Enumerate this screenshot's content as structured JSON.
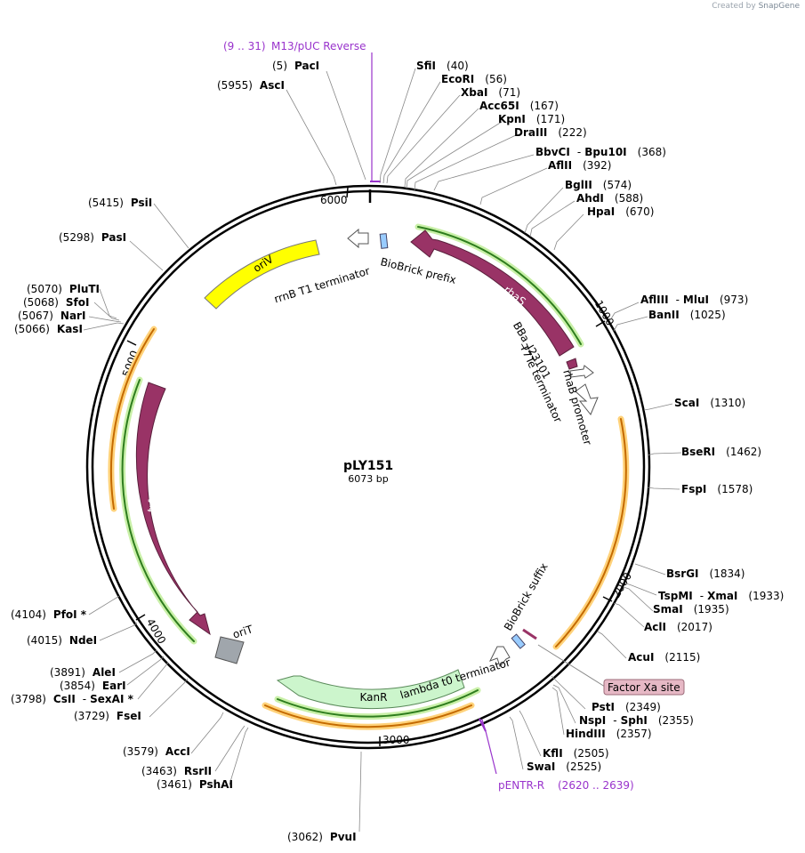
{
  "credit": {
    "prefix": "Created by",
    "brand": "SnapGene"
  },
  "plasmid": {
    "name": "pLY151",
    "length_label": "6073 bp"
  },
  "ticks": [
    "1000",
    "2000",
    "3000",
    "4000",
    "5000",
    "6000"
  ],
  "primers": [
    {
      "name": "M13/pUC Reverse",
      "range": "(9 .. 31)"
    },
    {
      "name": "pENTR-R",
      "range": "(2620 .. 2639)"
    }
  ],
  "enzymes": [
    {
      "name": "PacI",
      "pos": "(5)"
    },
    {
      "name": "AscI",
      "pos": "(5955)"
    },
    {
      "name": "SfiI",
      "pos": "(40)"
    },
    {
      "name": "EcoRI",
      "pos": "(56)"
    },
    {
      "name": "XbaI",
      "pos": "(71)"
    },
    {
      "name": "Acc65I",
      "pos": "(167)"
    },
    {
      "name": "KpnI",
      "pos": "(171)"
    },
    {
      "name": "DraIII",
      "pos": "(222)"
    },
    {
      "name": "BbvCI",
      "pos": ""
    },
    {
      "name": "Bpu10I",
      "pos": "(368)"
    },
    {
      "name": "AflII",
      "pos": "(392)"
    },
    {
      "name": "BglII",
      "pos": "(574)"
    },
    {
      "name": "AhdI",
      "pos": "(588)"
    },
    {
      "name": "HpaI",
      "pos": "(670)"
    },
    {
      "name": "AflIII",
      "pos": ""
    },
    {
      "name": "MluI",
      "pos": "(973)"
    },
    {
      "name": "BanII",
      "pos": "(1025)"
    },
    {
      "name": "ScaI",
      "pos": "(1310)"
    },
    {
      "name": "BseRI",
      "pos": "(1462)"
    },
    {
      "name": "FspI",
      "pos": "(1578)"
    },
    {
      "name": "BsrGI",
      "pos": "(1834)"
    },
    {
      "name": "TspMI",
      "pos": ""
    },
    {
      "name": "XmaI",
      "pos": "(1933)"
    },
    {
      "name": "SmaI",
      "pos": "(1935)"
    },
    {
      "name": "AclI",
      "pos": "(2017)"
    },
    {
      "name": "AcuI",
      "pos": "(2115)"
    },
    {
      "name": "PstI",
      "pos": "(2349)"
    },
    {
      "name": "NspI",
      "pos": ""
    },
    {
      "name": "SphI",
      "pos": "(2355)"
    },
    {
      "name": "HindIII",
      "pos": "(2357)"
    },
    {
      "name": "KflI",
      "pos": "(2505)"
    },
    {
      "name": "SwaI",
      "pos": "(2525)"
    },
    {
      "name": "PvuI",
      "pos": "(3062)"
    },
    {
      "name": "PshAI",
      "pos": "(3461)"
    },
    {
      "name": "RsrII",
      "pos": "(3463)"
    },
    {
      "name": "AccI",
      "pos": "(3579)"
    },
    {
      "name": "FseI",
      "pos": "(3729)"
    },
    {
      "name": "CsII",
      "pos": "(3798)"
    },
    {
      "name": "SexAI *",
      "pos": ""
    },
    {
      "name": "EarI",
      "pos": "(3854)"
    },
    {
      "name": "AleI",
      "pos": "(3891)"
    },
    {
      "name": "NdeI",
      "pos": "(4015)"
    },
    {
      "name": "PfoI *",
      "pos": "(4104)"
    },
    {
      "name": "KasI",
      "pos": "(5066)"
    },
    {
      "name": "NarI",
      "pos": "(5067)"
    },
    {
      "name": "SfoI",
      "pos": "(5068)"
    },
    {
      "name": "PluTI",
      "pos": "(5070)"
    },
    {
      "name": "PasI",
      "pos": "(5298)"
    },
    {
      "name": "PsiI",
      "pos": "(5415)"
    }
  ],
  "features": [
    {
      "name": "rhaS",
      "kind": "cds"
    },
    {
      "name": "trfA",
      "kind": "cds"
    },
    {
      "name": "KanR",
      "kind": "marker"
    },
    {
      "name": "oriV",
      "kind": "origin"
    },
    {
      "name": "oriT",
      "kind": "origin"
    },
    {
      "name": "rrnB T1 terminator",
      "kind": "terminator"
    },
    {
      "name": "BioBrick prefix",
      "kind": "misc"
    },
    {
      "name": "BBa_J23101",
      "kind": "promoter"
    },
    {
      "name": "T7Te terminator",
      "kind": "terminator"
    },
    {
      "name": "rhaB promoter",
      "kind": "promoter"
    },
    {
      "name": "lambda t0 terminator",
      "kind": "terminator"
    },
    {
      "name": "BioBrick suffix",
      "kind": "misc"
    },
    {
      "name": "Factor Xa site",
      "kind": "site"
    }
  ],
  "colors": {
    "backbone": "#000000",
    "cds": "#993366",
    "kanr": "#ccf5cc",
    "orivy": "#ffff00",
    "orit": "#a0a6ac",
    "primer": "#9933cc",
    "biobrick": "#99ccff",
    "orf_green": "#2e7d1e",
    "orf_orange": "#c46a00"
  }
}
